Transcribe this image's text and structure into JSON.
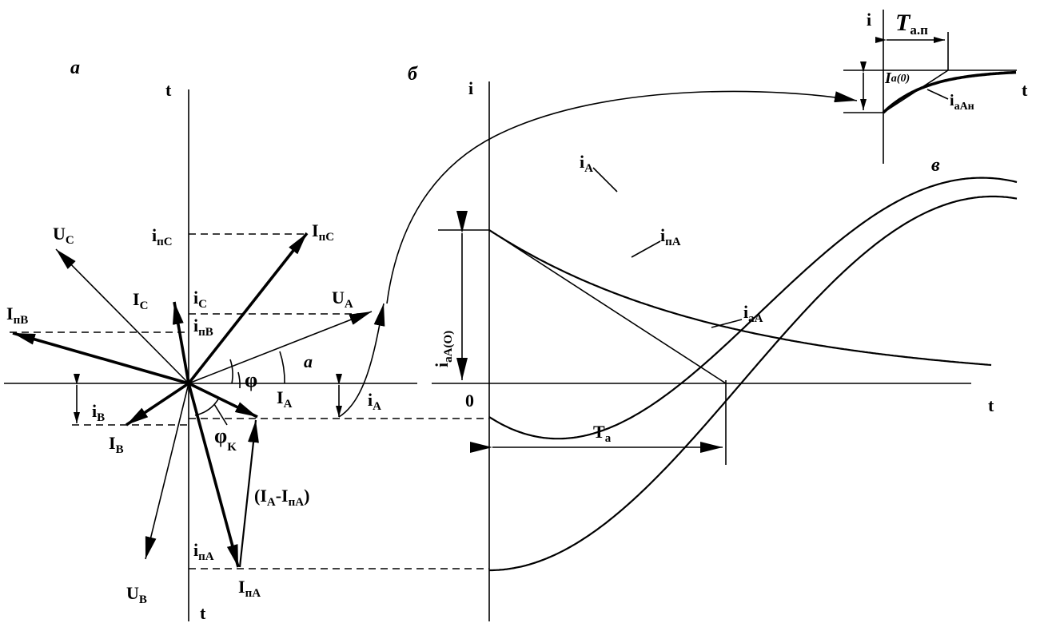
{
  "panels": {
    "a": "a",
    "b": "б",
    "v": "в"
  },
  "phasor": {
    "axis_t_top": "t",
    "axis_t_bottom": "t",
    "U_A": [
      "U",
      "A"
    ],
    "U_B": [
      "U",
      "B"
    ],
    "U_C": [
      "U",
      "C"
    ],
    "I_A": [
      "I",
      "A"
    ],
    "I_B": [
      "I",
      "B"
    ],
    "I_C": [
      "I",
      "C"
    ],
    "I_pA": [
      "I",
      "пA"
    ],
    "I_pB": [
      "I",
      "пB"
    ],
    "I_pC": [
      "I",
      "пC"
    ],
    "i_A": [
      "i",
      "A"
    ],
    "i_B": [
      "i",
      "B"
    ],
    "i_C": [
      "i",
      "C"
    ],
    "i_pA": [
      "i",
      "пA"
    ],
    "i_pB": [
      "i",
      "пB"
    ],
    "i_pC": [
      "i",
      "пC"
    ],
    "diff": [
      "(I",
      "A",
      "-I",
      "пA",
      ")"
    ],
    "alpha": "a",
    "phi": "φ",
    "phi_k": [
      "φ",
      "K"
    ]
  },
  "waveform": {
    "axis_i": "i",
    "axis_t": "t",
    "origin": "0",
    "T_a": [
      "T",
      "a"
    ],
    "i_A": [
      "i",
      "A"
    ],
    "i_pA": [
      "i",
      "пA"
    ],
    "i_aA": [
      "i",
      "aA"
    ],
    "i_aA0": [
      "i",
      "aA(O)"
    ]
  },
  "inset": {
    "axis_i": "i",
    "axis_t": "t",
    "T_an": [
      "T",
      "a.п"
    ],
    "ia0": [
      "I",
      "a(0)"
    ],
    "i_aAn": [
      "i",
      "aAн"
    ]
  }
}
